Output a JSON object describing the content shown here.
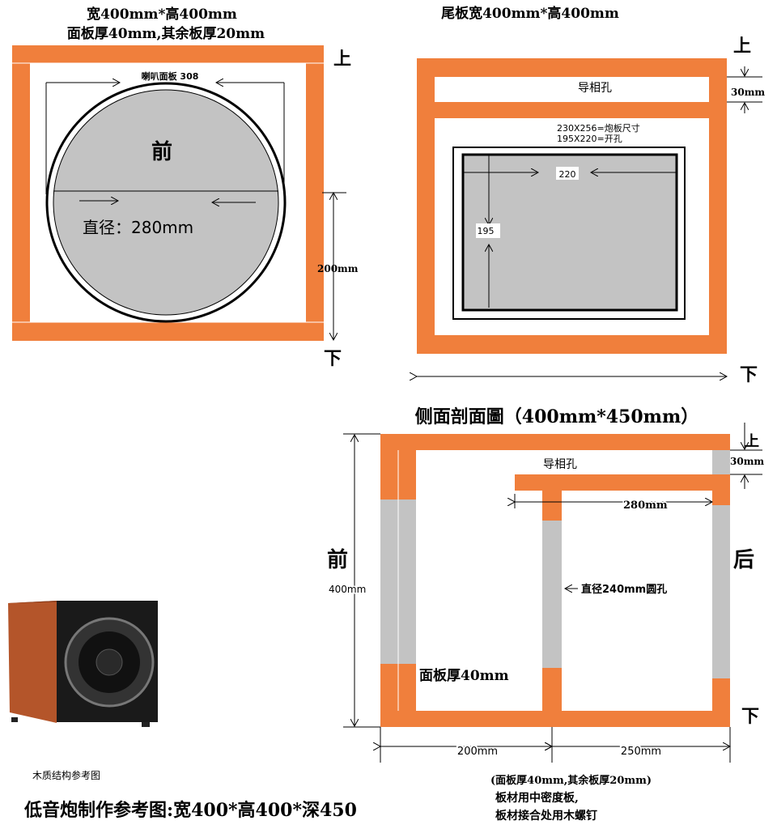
{
  "colors": {
    "wood": "#F07F3C",
    "hole": "#C3C3C3",
    "line": "#000000"
  },
  "front_view": {
    "title1": "宽400mm*高400mm",
    "title2": "面板厚40mm,其余板厚20mm",
    "speaker_label": "喇叭面板 308",
    "front_label": "前",
    "diameter": "直径：280mm",
    "height_dim": "200mm",
    "top": "上",
    "bottom": "下"
  },
  "rear_view": {
    "title": "尾板宽400mm*高400mm",
    "port_label": "导相孔",
    "port_dim": "30mm",
    "plate_size": "230X256=炮板尺寸",
    "cutout_size": "195X220=开孔",
    "width_dim": "220",
    "height_dim": "195",
    "top": "上",
    "bottom": "下"
  },
  "section_view": {
    "title": "侧面剖面圖（400mm*450mm）",
    "port_label": "导相孔",
    "port_dim": "30mm",
    "port_length": "280mm",
    "front": "前",
    "back": "后",
    "height_dim": "400mm",
    "hole_label": "直径240mm圆孔",
    "panel_label": "面板厚40mm",
    "dim_front": "200mm",
    "dim_back": "250mm",
    "top": "上",
    "bottom": "下"
  },
  "reference": {
    "caption": "木质结构参考图"
  },
  "footer": {
    "main": "低音炮制作参考图:宽400*高400*深450",
    "note1": "(面板厚40mm,其余板厚20mm)",
    "note2": "板材用中密度板,",
    "note3": "板材接合处用木螺钉"
  }
}
